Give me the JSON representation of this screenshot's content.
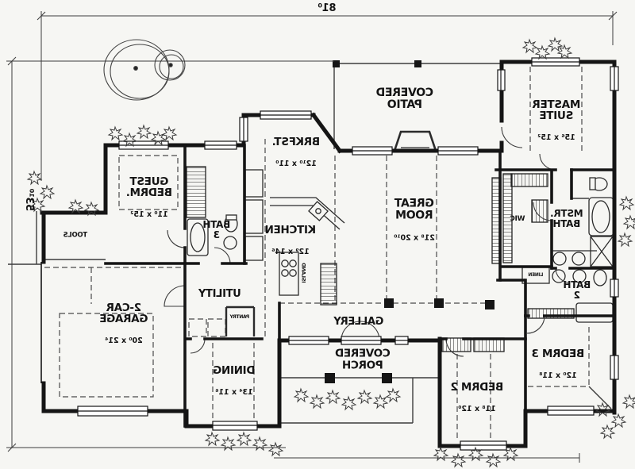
{
  "drawing_title": "house floor plan (mirrored print)",
  "dimensions": {
    "overall_width": "81⁰",
    "overall_depth": "53¹⁰"
  },
  "rooms": {
    "covered_patio": {
      "name": "COVERED\nPATIO"
    },
    "master_suite": {
      "name": "MASTER\nSUITE",
      "dims": "15⁶ x 15²"
    },
    "guest_bedrm": {
      "name": "GUEST\nBEDRM.",
      "dims": "11⁰ x 15²"
    },
    "bath3": {
      "name": "BATH\n3"
    },
    "brkfst": {
      "name": "BRKFST.",
      "dims": "12¹⁰ x 11⁰"
    },
    "kitchen": {
      "name": "KITCHEN",
      "dims": "12⁹ x 14⁶"
    },
    "island": {
      "name": "ISLAND"
    },
    "great_room": {
      "name": "GREAT\nROOM",
      "dims": "21⁸ x 20¹⁰"
    },
    "mstr_bath": {
      "name": "MSTR.\nBATH"
    },
    "wic": {
      "name": "WIC"
    },
    "linen": {
      "name": "LINEN"
    },
    "bath2": {
      "name": "BATH\n2"
    },
    "bedrm3": {
      "name": "BEDRM 3",
      "dims": "12⁰ x 11⁸"
    },
    "bedrm2": {
      "name": "BEDRM 2",
      "dims": "11⁸ x 12⁰"
    },
    "gallery": {
      "name": "GALLERY"
    },
    "covered_porch": {
      "name": "COVERED\nPORCH"
    },
    "garage": {
      "name": "2-CAR\nGARAGE",
      "dims": "20⁰ x 21⁴"
    },
    "utility": {
      "name": "UTILITY"
    },
    "pantry": {
      "name": "PANTRY"
    },
    "dining": {
      "name": "DINING",
      "dims": "13⁴ x 11⁶"
    },
    "tools": {
      "name": "TOOLS"
    }
  },
  "colors": {
    "wall": "#151515",
    "paper": "#f6f6f3",
    "thin_line": "#3c3c3c",
    "dash_line": "#4a4a4a"
  }
}
